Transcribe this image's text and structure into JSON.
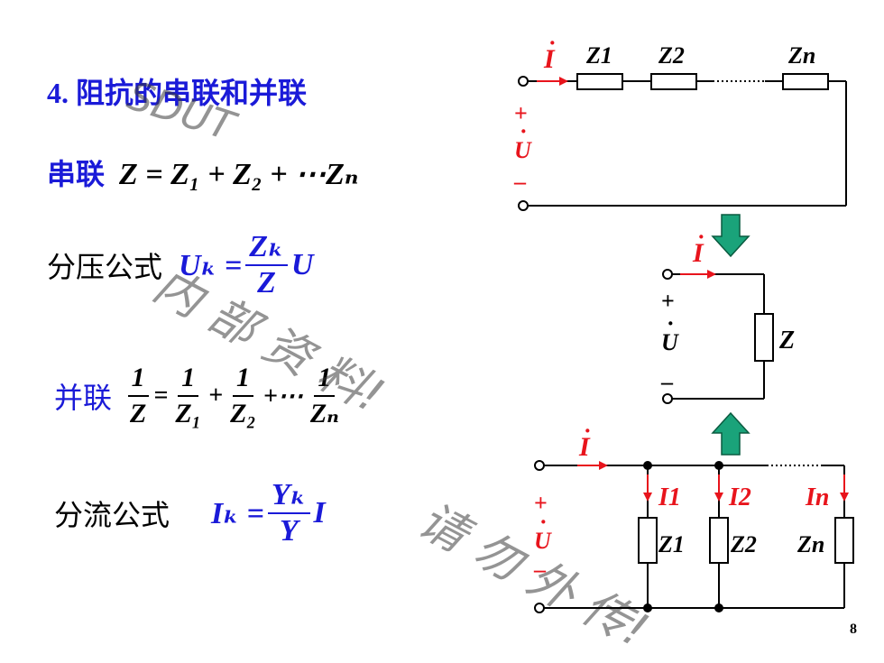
{
  "title": "4. 阻抗的串联和并联",
  "series": {
    "label": "串联",
    "formula": "Z = Z₁ + Z₂ + ⋯Zₙ"
  },
  "voltage_divider": {
    "label": "分压公式",
    "lhs": "Uₖ =",
    "num": "Zₖ",
    "den": "Z",
    "rhs": "U"
  },
  "parallel": {
    "label": "并联",
    "fractions": [
      {
        "num": "1",
        "den": "Z"
      },
      {
        "num": "1",
        "den": "Z₁"
      },
      {
        "num": "1",
        "den": "Z₂"
      },
      {
        "num": "1",
        "den": "Zₙ"
      }
    ],
    "ops": [
      "=",
      "+",
      "+⋯"
    ]
  },
  "current_divider": {
    "label": "分流公式",
    "lhs": "Iₖ =",
    "num": "Yₖ",
    "den": "Y",
    "rhs": "I"
  },
  "watermarks": [
    "SDUT",
    "内 部 资 料!",
    "请 勿 外 传!"
  ],
  "page_number": "8",
  "circuits": {
    "top": {
      "current": "I",
      "plus": "+",
      "voltage": "U",
      "minus": "–",
      "z_labels": [
        "Z1",
        "Z2",
        "Zn"
      ]
    },
    "middle": {
      "current": "I",
      "plus": "+",
      "voltage": "U",
      "minus": "–",
      "z_label": "Z"
    },
    "bottom": {
      "current": "I",
      "plus": "+",
      "voltage": "U",
      "minus": "–",
      "branch_currents": [
        "I1",
        "I2",
        "In"
      ],
      "z_labels": [
        "Z1",
        "Z2",
        "Zn"
      ]
    }
  },
  "colors": {
    "blue": "#1a1ad8",
    "red": "#e8141c",
    "arrow_green": "#1aa37a"
  }
}
